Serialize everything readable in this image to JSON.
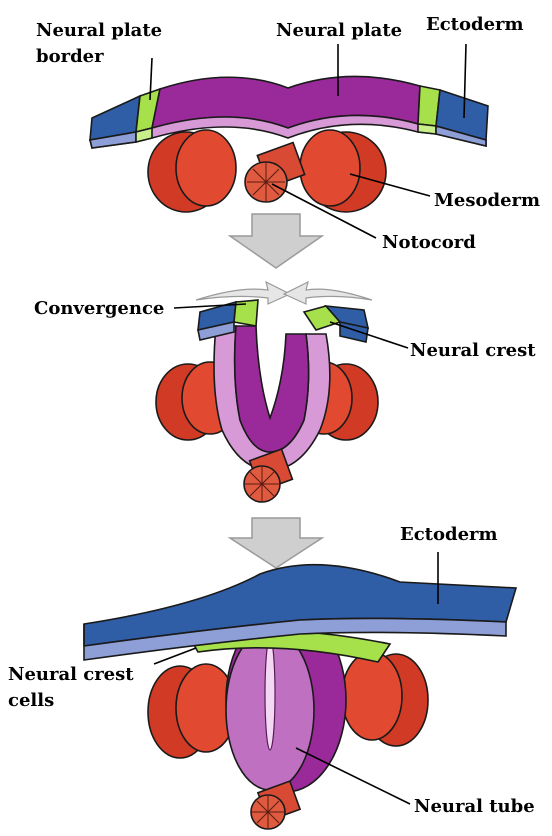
{
  "labels": {
    "neural_plate_border_line1": "Neural plate",
    "neural_plate_border_line2": "border",
    "neural_plate": "Neural plate",
    "ectoderm_top": "Ectoderm",
    "mesoderm": "Mesoderm",
    "notocord": "Notocord",
    "convergence": "Convergence",
    "neural_crest": "Neural crest",
    "ectoderm_bottom": "Ectoderm",
    "neural_crest_cells_line1": "Neural crest",
    "neural_crest_cells_line2": "cells",
    "neural_tube": "Neural tube"
  },
  "colors": {
    "ectoderm": "#2f5da6",
    "ectoderm_side": "#8d9fd6",
    "neural_plate": "#9a2a9a",
    "neural_plate_side": "#d79ad7",
    "neural_crest": "#a6e04a",
    "mesoderm": "#d13a24",
    "mesoderm_dark": "#9c2414",
    "notocord": "#e0503a",
    "arrow": "#cfcfcf"
  }
}
